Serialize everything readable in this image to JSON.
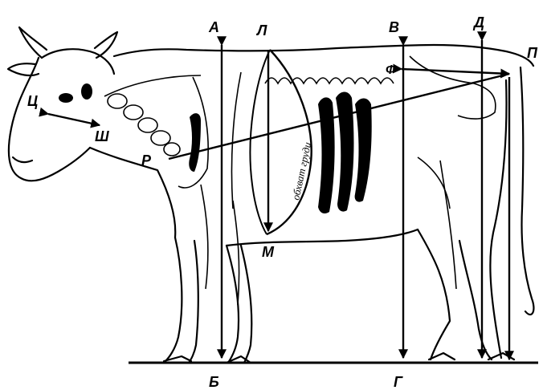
{
  "diagram": {
    "labels": {
      "A": "А",
      "B": "Б",
      "L": "Л",
      "M": "М",
      "V": "В",
      "G": "Г",
      "D": "Д",
      "P": "П",
      "F": "Ф",
      "R": "Р",
      "C": "Ц",
      "Sh": "Ш"
    },
    "chest_text": "обхват груди"
  },
  "colors": {
    "ink": "#000000",
    "background": "#ffffff"
  }
}
